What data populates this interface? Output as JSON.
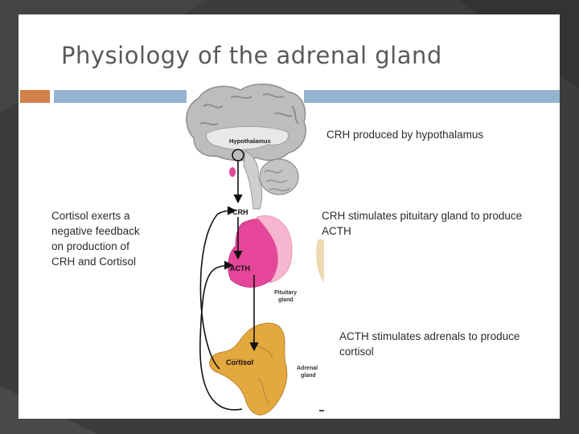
{
  "slide": {
    "title": "Physiology of the adrenal gland",
    "colors": {
      "orange": "#d4804a",
      "blue": "#95b3d0",
      "pituitary": "#e5469a",
      "adrenal": "#e3a93f"
    }
  },
  "figure": {
    "labels": {
      "hypothalamus": "Hypothalamus",
      "crh": "CRH",
      "acth": "ACTH",
      "pituitary_line1": "Pituitary",
      "pituitary_line2": "gland",
      "cortisol": "Cortisol",
      "adrenal_line1": "Adrenal",
      "adrenal_line2": "gland"
    }
  },
  "notes": {
    "crh_produced": "CRH produced by hypothalamus",
    "pituitary": "CRH stimulates pituitary gland to produce\nACTH",
    "adrenals": "ACTH stimulates adrenals to produce\ncortisol",
    "feedback": "Cortisol exerts a\nnegative feedback\non production of\nCRH and Cortisol"
  }
}
